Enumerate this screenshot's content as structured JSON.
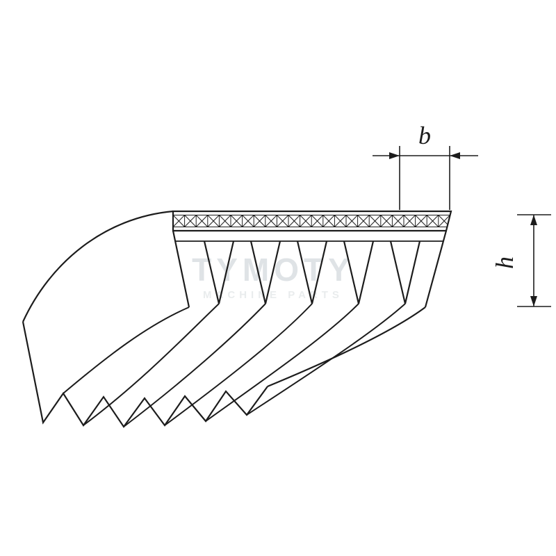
{
  "diagram": {
    "dimension_labels": {
      "width": "b",
      "height": "h"
    },
    "watermark": {
      "title": "TYMOTY",
      "subtitle": "MACHINE PARTS"
    },
    "front_groove_count": 5,
    "end_rib_count": 6,
    "colors": {
      "line": "#1c1c1c",
      "watermark_title": "#dfe3e6",
      "watermark_subtitle": "#e9eced",
      "background": "#ffffff"
    }
  }
}
